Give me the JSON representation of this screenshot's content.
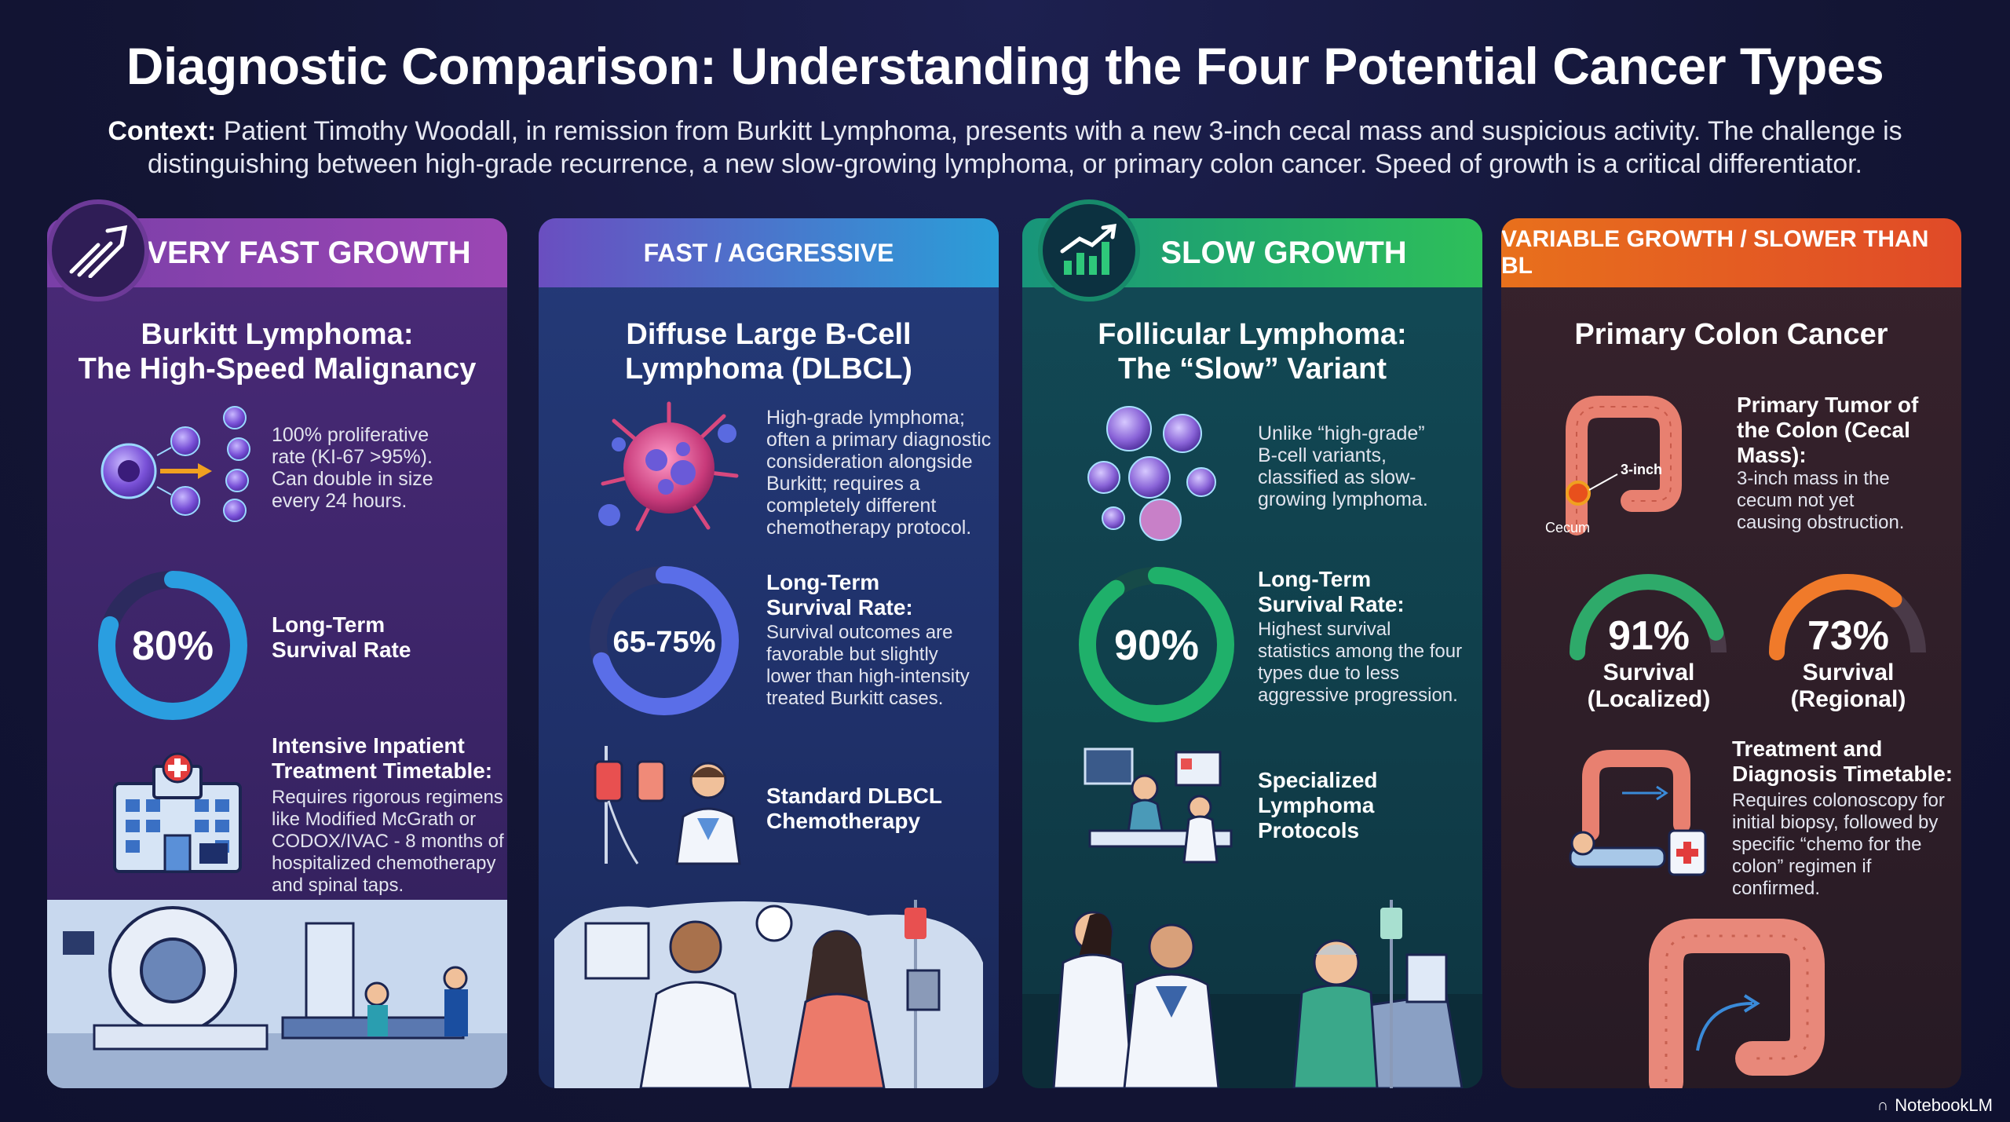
{
  "title": "Diagnostic Comparison: Understanding the Four Potential Cancer Types",
  "context": {
    "label": "Context:",
    "text": "Patient Timothy Woodall, in remission from Burkitt Lymphoma, presents with a new 3-inch cecal mass and suspicious activity. The challenge is distinguishing between high-grade recurrence, a new slow-growing lymphoma, or primary colon cancer. Speed of growth is a critical differentiator."
  },
  "cards": [
    {
      "band": "VERY FAST GROWTH",
      "title_line1": "Burkitt Lymphoma:",
      "title_line2": "The High-Speed Malignancy",
      "desc_lines": [
        "100% proliferative",
        "rate (KI-67 >95%).",
        "Can double in size",
        "every 24 hours."
      ],
      "survival_value": "80%",
      "survival_fraction": 0.8,
      "survival_title_lines": [
        "Long-Term",
        "Survival Rate"
      ],
      "treatment_title_lines": [
        "Intensive Inpatient",
        "Treatment Timetable:"
      ],
      "treatment_desc_lines": [
        "Requires rigorous regimens",
        "like Modified McGrath or",
        "CODOX/IVAC - 8 months of",
        "hospitalized chemotherapy",
        "and spinal taps."
      ],
      "icon": "trend-up-arrows-icon"
    },
    {
      "band": "FAST / AGGRESSIVE",
      "title_line1": "Diffuse Large B-Cell",
      "title_line2": "Lymphoma (DLBCL)",
      "desc_lines": [
        "High-grade lymphoma;",
        "often a primary diagnostic",
        "consideration alongside",
        "Burkitt; requires a",
        "completely different",
        "chemotherapy protocol."
      ],
      "survival_value": "65-75%",
      "survival_fraction": 0.7,
      "survival_title_lines": [
        "Long-Term",
        "Survival Rate:"
      ],
      "survival_desc_lines": [
        "Survival outcomes are",
        "favorable but slightly",
        "lower than high-intensity",
        "treated Burkitt cases."
      ],
      "treatment_title_lines": [
        "Standard DLBCL",
        "Chemotherapy"
      ]
    },
    {
      "band": "SLOW GROWTH",
      "title_line1": "Follicular Lymphoma:",
      "title_line2": "The “Slow” Variant",
      "desc_lines": [
        "Unlike “high-grade”",
        "B-cell variants,",
        "classified as slow-",
        "growing lymphoma."
      ],
      "survival_value": "90%",
      "survival_fraction": 0.9,
      "survival_title_lines": [
        "Long-Term",
        "Survival Rate:"
      ],
      "survival_desc_lines": [
        "Highest survival",
        "statistics among the four",
        "types due to less",
        "aggressive progression."
      ],
      "treatment_title_lines": [
        "Specialized",
        "Lymphoma",
        "Protocols"
      ],
      "icon": "bar-chart-growth-icon"
    },
    {
      "band": "VARIABLE GROWTH / SLOWER THAN BL",
      "title_line1": "Primary Colon Cancer",
      "title_line2": "",
      "tumor_title_lines": [
        "Primary Tumor of",
        "the Colon (Cecal",
        "Mass):"
      ],
      "desc_lines": [
        "3-inch mass in the",
        "cecum not yet",
        "causing obstruction."
      ],
      "colon_label_mass": "3-inch",
      "colon_label_cecum": "Cecum",
      "gauges": [
        {
          "value": "91%",
          "fraction": 0.91,
          "label_lines": [
            "Survival",
            "(Localized)"
          ],
          "color": "#2eaa6a"
        },
        {
          "value": "73%",
          "fraction": 0.73,
          "label_lines": [
            "Survival",
            "(Regional)"
          ],
          "color": "#f07a2a"
        }
      ],
      "treatment_title_lines": [
        "Treatment and",
        "Diagnosis Timetable:"
      ],
      "treatment_desc_lines": [
        "Requires colonoscopy for",
        "initial biopsy, followed by",
        "specific “chemo for the",
        "colon” regimen if",
        "confirmed."
      ]
    }
  ],
  "footer": "NotebookLM",
  "colors": {
    "background": "#141636",
    "card1_band": "#8a42b0",
    "card2_band": "#3c7ed0",
    "card3_band": "#22a86a",
    "card4_band": "#e8601f",
    "ring1": "#2a9ee0",
    "ring2": "#5a6ee8",
    "ring3": "#1fb06a"
  }
}
